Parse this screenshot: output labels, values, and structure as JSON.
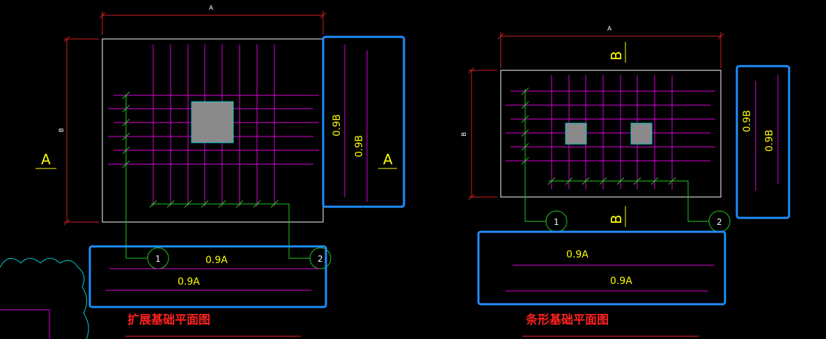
{
  "colors": {
    "background": "#000000",
    "outline": "#ffffff",
    "dimension": "#d21f1f",
    "rebar": "#e000e0",
    "leader": "#22cc22",
    "column": "#8a8a8a",
    "column_edge": "#00c8c8",
    "highlight": "#1e90ff",
    "text": "#ffff00",
    "title": "#ff2020",
    "cloud": "#00d0d0"
  },
  "left_drawing": {
    "dim_top": "A",
    "dim_side": "B",
    "section_mark_left": "A",
    "section_mark_right": "A",
    "callout_1": "1",
    "callout_2": "2",
    "label_09b_outer": "0.9B",
    "label_09b_inner": "0.9B",
    "label_09a_top": "0.9A",
    "label_09a_bottom": "0.9A",
    "title": "扩展基础平面图"
  },
  "right_drawing": {
    "dim_top": "A",
    "dim_side": "B",
    "section_mark_top": "B",
    "section_mark_bottom": "B",
    "callout_1": "1",
    "callout_2": "2",
    "label_09b_outer": "0.9B",
    "label_09b_inner": "0.9B",
    "label_09a_top": "0.9A",
    "label_09a_bottom": "0.9A",
    "title": "条形基础平面图"
  }
}
